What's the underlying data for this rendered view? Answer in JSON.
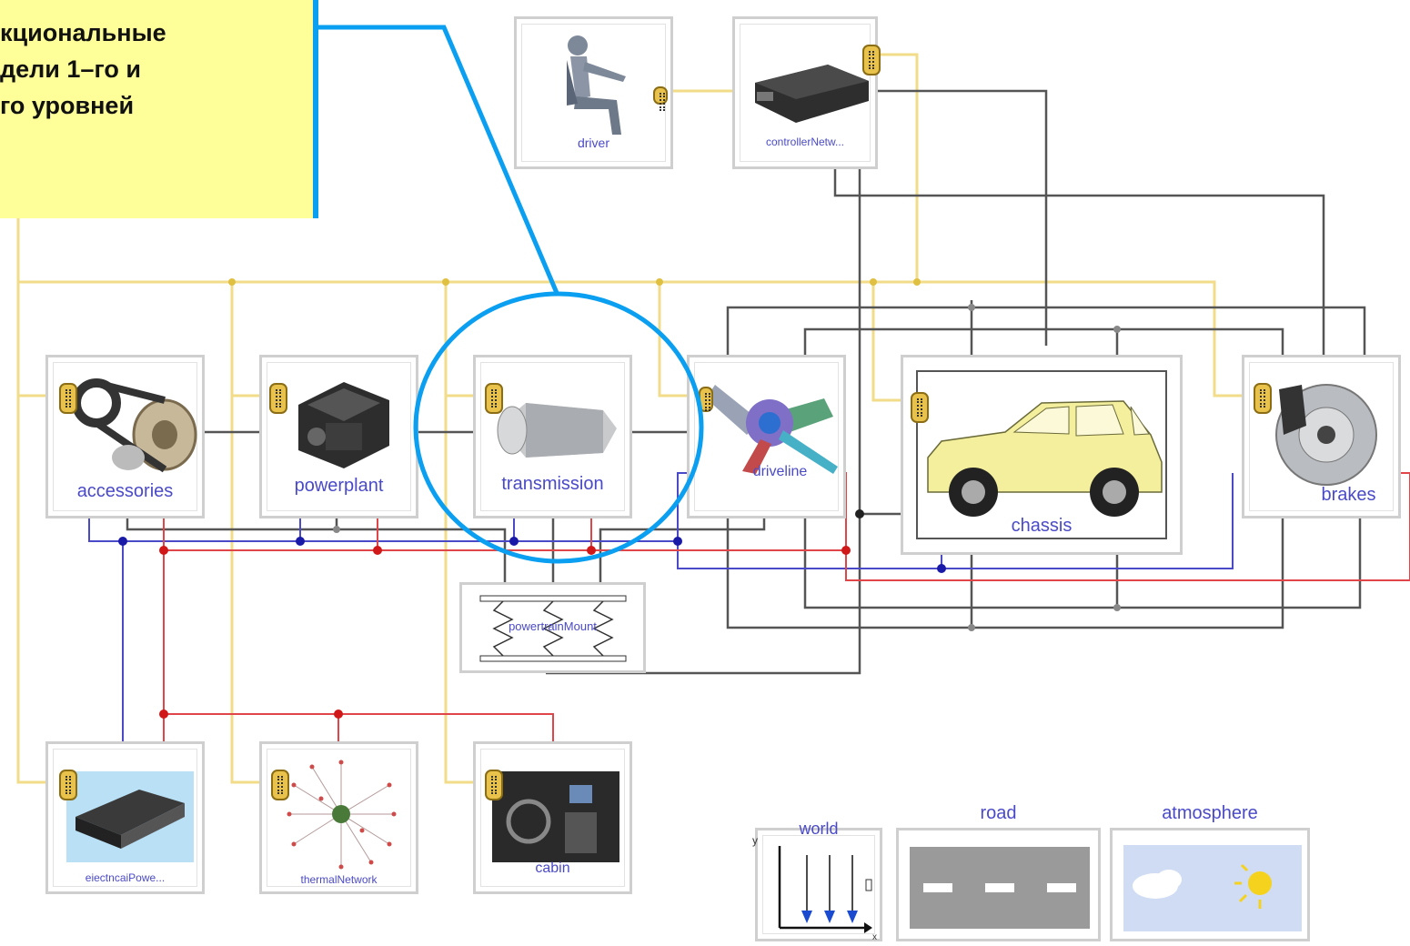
{
  "callout": {
    "lines": [
      "кциональные",
      "дели 1–го и",
      "го уровней"
    ]
  },
  "blocks": {
    "driver": "driver",
    "controller": "controllerNetw...",
    "accessories": "accessories",
    "powerplant": "powerplant",
    "transmission": "transmission",
    "driveline": "driveline",
    "chassis": "chassis",
    "brakes": "brakes",
    "mount": "powertrainMount",
    "electrical": "eiectncaiPowe...",
    "thermal": "thermalNetwork",
    "cabin": "cabin",
    "world": "world",
    "road": "road",
    "atmosphere": "atmosphere"
  },
  "axes": {
    "y": "y",
    "x": "x"
  },
  "colors": {
    "highlight": "#0a9ff0",
    "callout_bg": "#ffff99",
    "bus_wire": "#f2dc8a",
    "mechanical_wire": "#555555",
    "electric_wire": "#4a4ac8",
    "thermal_wire": "#e0454a",
    "label": "#4a4ac8",
    "car_body": "#f3ef9c"
  },
  "icons": {
    "bus_connector": "expandable-bus-connector-icon",
    "flange": "rotational-flange-icon",
    "heat_port": "heat-port-icon",
    "electric_pin": "electric-pin-icon"
  }
}
